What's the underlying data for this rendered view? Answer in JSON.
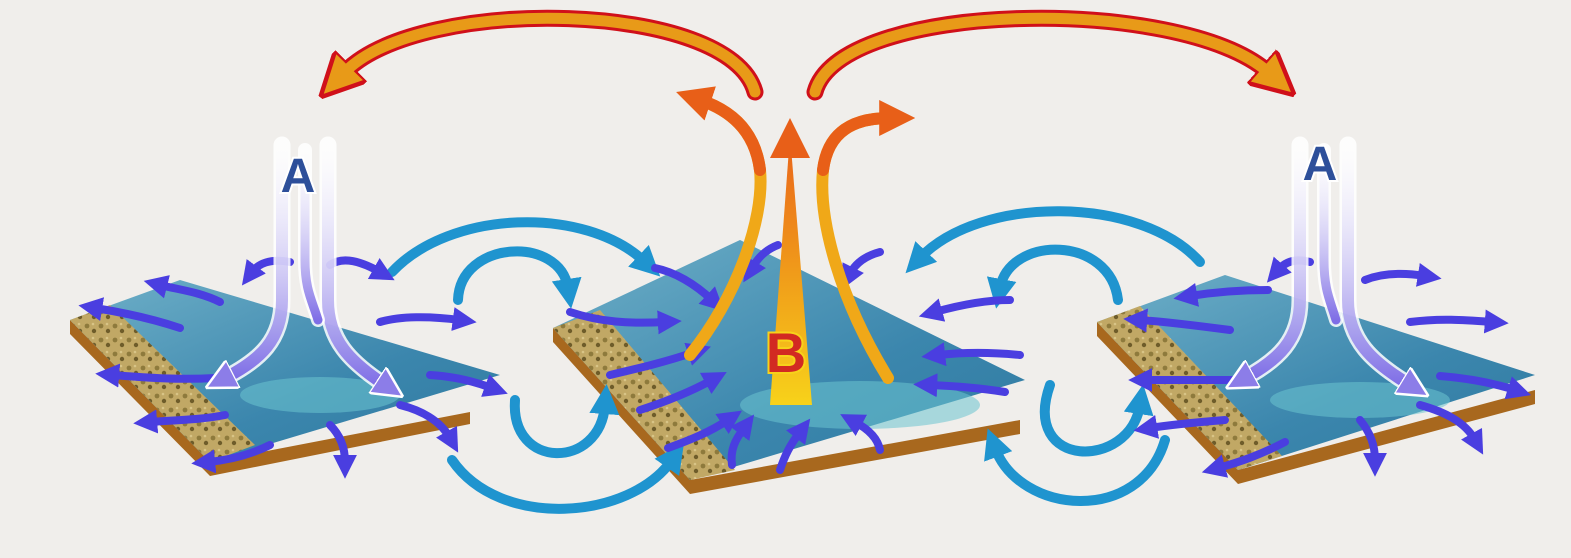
{
  "labels": {
    "high_left": "A",
    "low_center": "B",
    "high_right": "A"
  },
  "colors": {
    "background": "#f0eeeb",
    "water": "#3e8ab0",
    "water_light": "#5fb4c8",
    "land": "#b79d5a",
    "land_side": "#a8681e",
    "surface_wind": "#4a3ee0",
    "convective_loop": "#1f94cf",
    "descending_air": "#8c7de8",
    "ascending_air": "#e85f18",
    "rising_core": "#f0a818",
    "upper_flow": "#d0101a",
    "upper_flow_fill": "#e89a18",
    "label_a": "#2d4f9a",
    "label_b": "#d22a22"
  },
  "icons": {
    "descending": "down-arrow-icon",
    "ascending": "up-arrow-icon"
  }
}
